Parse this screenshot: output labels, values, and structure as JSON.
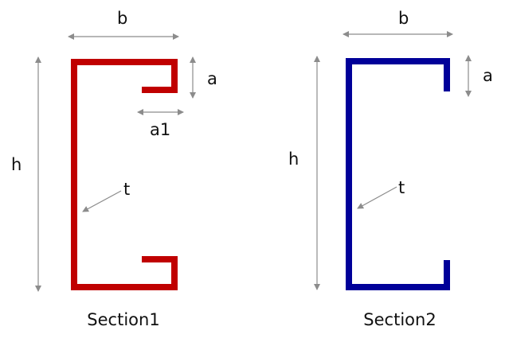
{
  "colors": {
    "section1_profile": "#c00000",
    "section2_profile": "#000099",
    "dimension_lines": "#8c8c8c"
  },
  "section1": {
    "caption": "Section1",
    "labels": {
      "b": "b",
      "a": "a",
      "a1": "a1",
      "h": "h",
      "t": "t"
    }
  },
  "section2": {
    "caption": "Section2",
    "labels": {
      "b": "b",
      "a": "a",
      "h": "h",
      "t": "t"
    }
  }
}
